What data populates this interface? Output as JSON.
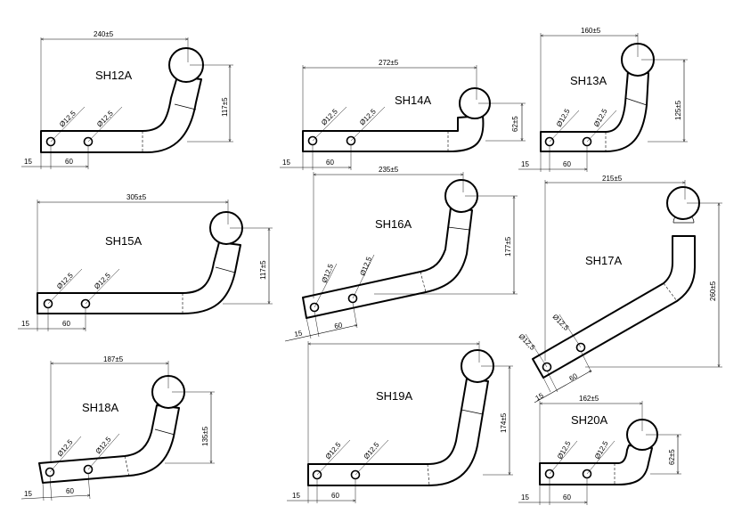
{
  "models": {
    "sh12a": {
      "title": "SH12A",
      "width": "240±5",
      "height": "117±5",
      "hole1": "Ø12,5",
      "hole2": "Ø12,5",
      "offset": "15",
      "spacing": "60"
    },
    "sh14a": {
      "title": "SH14A",
      "width": "272±5",
      "height": "62±5",
      "hole1": "Ø12,5",
      "hole2": "Ø12,5",
      "offset": "15",
      "spacing": "60"
    },
    "sh13a": {
      "title": "SH13A",
      "width": "160±5",
      "height": "125±5",
      "hole1": "Ø12,5",
      "hole2": "Ø12,5",
      "offset": "15",
      "spacing": "60"
    },
    "sh15a": {
      "title": "SH15A",
      "width": "305±5",
      "height": "117±5",
      "hole1": "Ø12,5",
      "hole2": "Ø12,5",
      "offset": "15",
      "spacing": "60"
    },
    "sh16a": {
      "title": "SH16A",
      "width": "235±5",
      "height": "177±5",
      "hole1": "Ø12,5",
      "hole2": "Ø12,5",
      "offset": "15",
      "spacing": "60"
    },
    "sh17a": {
      "title": "SH17A",
      "width": "215±5",
      "height": "260±5",
      "hole1": "Ø12,5",
      "hole2": "Ø12,5",
      "offset": "15",
      "spacing": "60"
    },
    "sh18a": {
      "title": "SH18A",
      "width": "187±5",
      "height": "135±5",
      "hole1": "Ø12,5",
      "hole2": "Ø12,5",
      "offset": "15",
      "spacing": "60"
    },
    "sh19a": {
      "title": "SH19A",
      "width": "",
      "height": "174±5",
      "hole1": "Ø12,5",
      "hole2": "Ø12,5",
      "offset": "15",
      "spacing": "60"
    },
    "sh20a": {
      "title": "SH20A",
      "width": "162±5",
      "height": "62±5",
      "hole1": "Ø12,5",
      "hole2": "Ø12,5",
      "offset": "15",
      "spacing": "60"
    }
  }
}
